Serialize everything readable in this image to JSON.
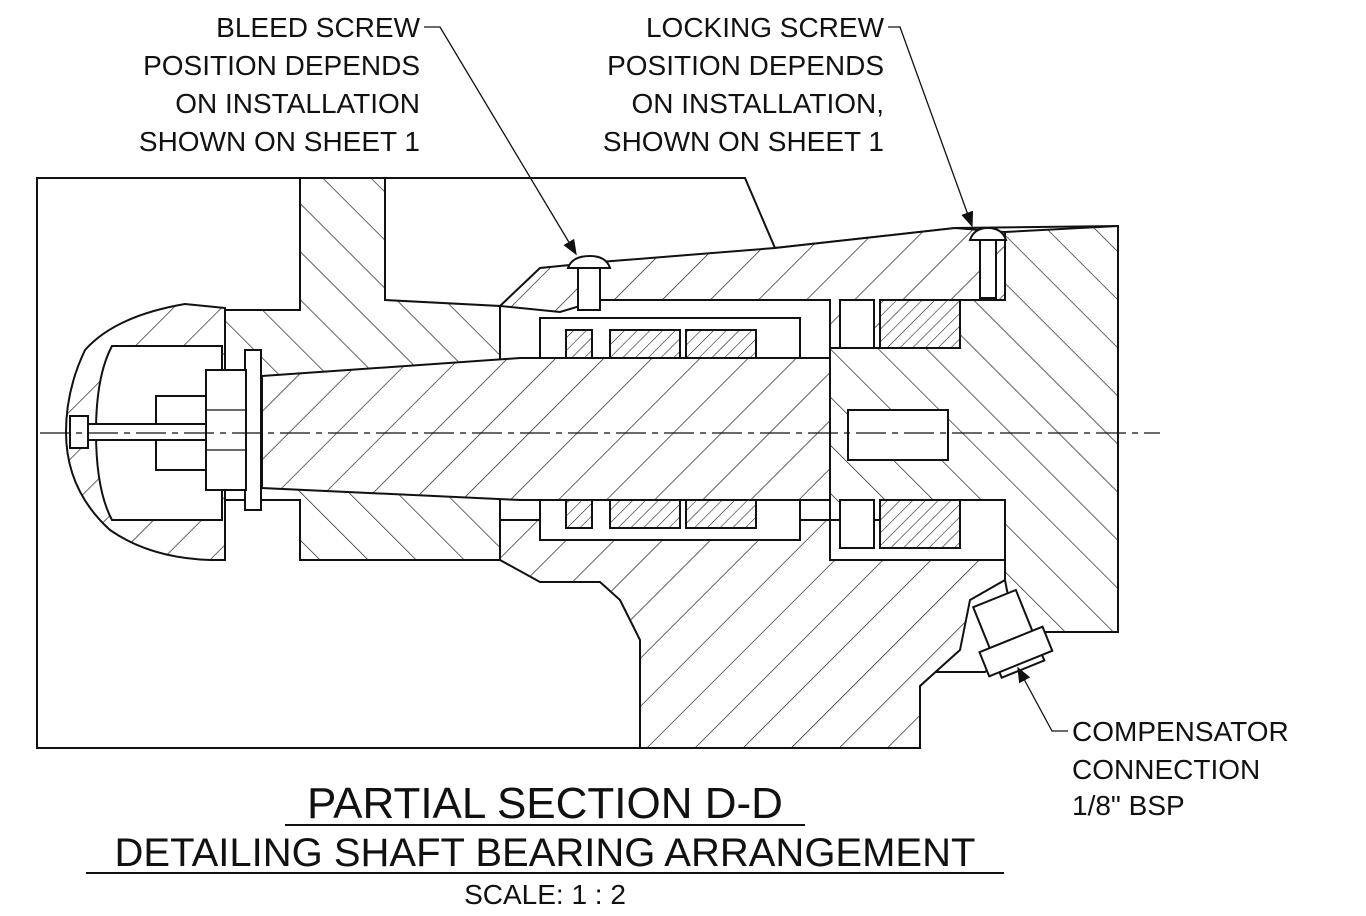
{
  "labels": {
    "bleed_screw": [
      "BLEED SCREW",
      "POSITION DEPENDS",
      "ON INSTALLATION",
      "SHOWN ON SHEET 1"
    ],
    "locking_screw": [
      "LOCKING SCREW",
      "POSITION DEPENDS",
      "ON INSTALLATION,",
      "SHOWN ON SHEET 1"
    ],
    "compensator": [
      "COMPENSATOR",
      "CONNECTION",
      "1/8\" BSP"
    ]
  },
  "title": {
    "main": "PARTIAL SECTION D-D",
    "subtitle": "DETAILING SHAFT BEARING ARRANGEMENT",
    "scale": "SCALE: 1 : 2"
  }
}
